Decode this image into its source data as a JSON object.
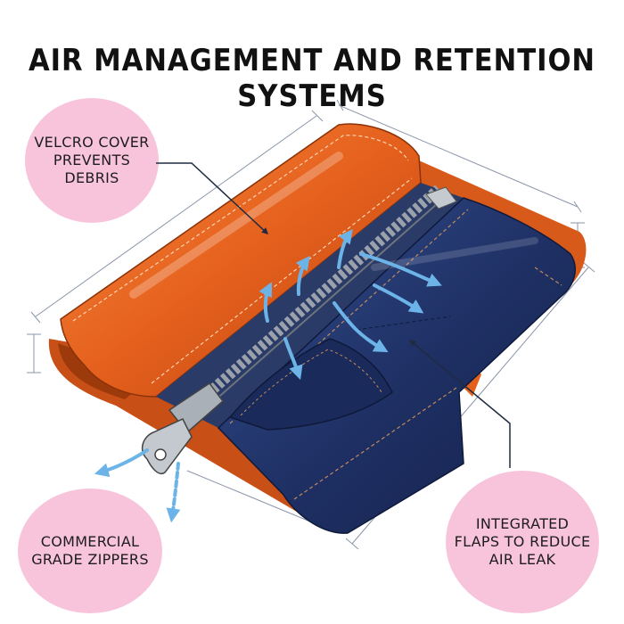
{
  "title": "AIR MANAGEMENT AND RETENTION SYSTEMS",
  "colors": {
    "orange": "#e5601d",
    "navy": "#1e2f63",
    "zipper": "#8d949c",
    "arrow": "#6cb4e8",
    "pink": "#f8c4dc",
    "line": "#8a95a8"
  },
  "callouts": [
    {
      "id": "velcro",
      "lines": [
        "VELCRO COVER",
        "PREVENTS",
        "DEBRIS"
      ]
    },
    {
      "id": "zippers",
      "lines": [
        "COMMERCIAL",
        "GRADE ZIPPERS"
      ]
    },
    {
      "id": "flaps",
      "lines": [
        "INTEGRATED",
        "FLAPS TO REDUCE",
        "AIR LEAK"
      ]
    }
  ]
}
